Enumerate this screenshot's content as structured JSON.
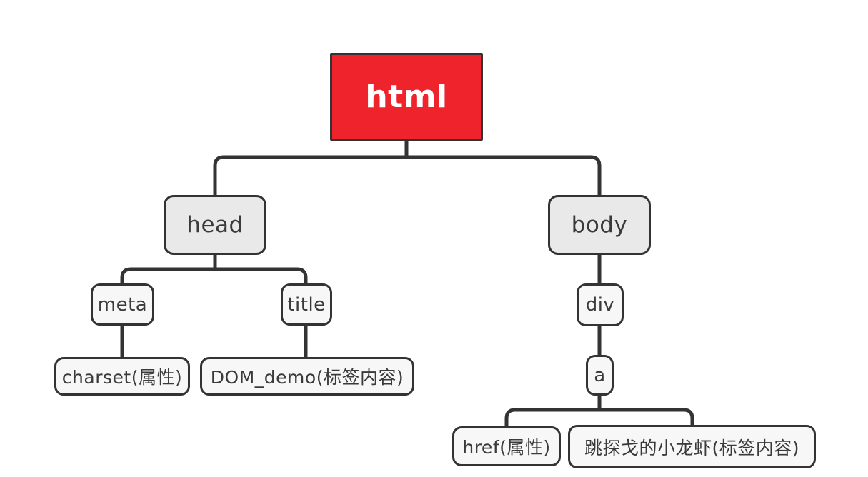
{
  "diagram_type": "dom-tree",
  "colors": {
    "canvas-bg": "#ffffff",
    "line-color": "#333333",
    "node-border": "#333333",
    "node-text": "#3a3a3a",
    "root-fill": "#ee232c",
    "root-text": "#ffffff",
    "branch-fill": "#e9e9e9",
    "leaf-fill": "#f7f7f7"
  },
  "nodes": {
    "html": {
      "label": "html"
    },
    "head": {
      "label": "head"
    },
    "body": {
      "label": "body"
    },
    "meta": {
      "label": "meta"
    },
    "title": {
      "label": "title"
    },
    "div": {
      "label": "div"
    },
    "a": {
      "label": "a"
    },
    "charset": {
      "label": "charset(属性)"
    },
    "dom_demo": {
      "label": "DOM_demo(标签内容)"
    },
    "href": {
      "label": "href(属性)"
    },
    "crayfish": {
      "label": "跳探戈的小龙虾(标签内容)"
    }
  },
  "edges": [
    {
      "from": "html",
      "to": "head"
    },
    {
      "from": "html",
      "to": "body"
    },
    {
      "from": "head",
      "to": "meta"
    },
    {
      "from": "head",
      "to": "title"
    },
    {
      "from": "meta",
      "to": "charset"
    },
    {
      "from": "title",
      "to": "dom_demo"
    },
    {
      "from": "body",
      "to": "div"
    },
    {
      "from": "div",
      "to": "a"
    },
    {
      "from": "a",
      "to": "href"
    },
    {
      "from": "a",
      "to": "crayfish"
    }
  ]
}
